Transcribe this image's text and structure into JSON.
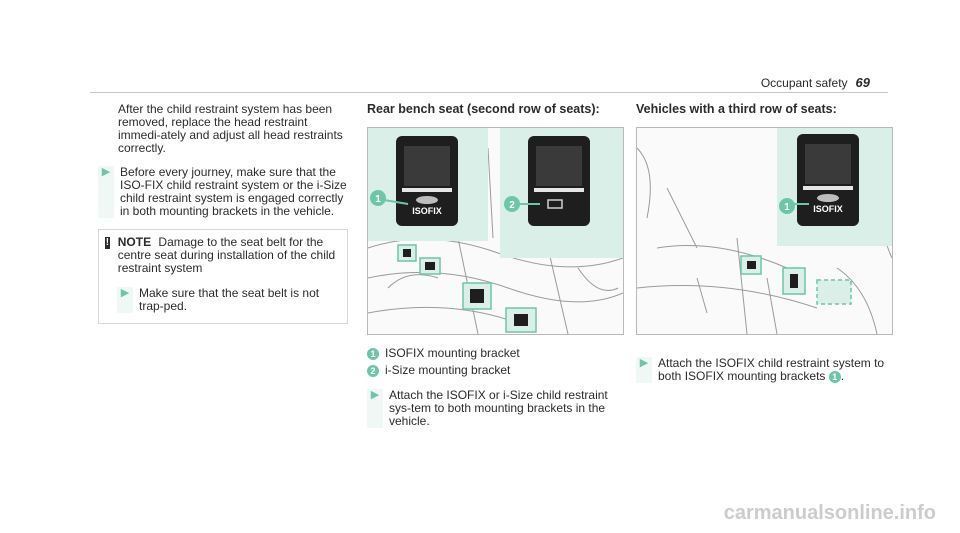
{
  "header": {
    "section": "Occupant safety",
    "page_number": "69"
  },
  "col1": {
    "intro": "After the child restraint system has been removed, replace the head restraint immedi-ately and adjust all head restraints correctly.",
    "step1": "Before every journey, make sure that the ISO-FIX child restraint system or the i-Size child restraint system is engaged correctly in both mounting brackets in the vehicle.",
    "note": {
      "icon": "!",
      "title": "NOTE",
      "text": "Damage to the seat belt for the centre seat during installation of the child restraint system",
      "step": "Make sure that the seat belt is not trap-ped."
    }
  },
  "col2": {
    "figure_title": "Rear bench seat (second row of seats):",
    "badge1": "ISOFIX",
    "legend": [
      {
        "num": "1",
        "label": "ISOFIX mounting bracket"
      },
      {
        "num": "2",
        "label": "i-Size mounting bracket"
      }
    ],
    "step": "Attach the ISOFIX or i-Size child restraint sys-tem to both mounting brackets in the vehicle."
  },
  "col3": {
    "figure_title": "Vehicles with a third row of seats:",
    "badge1": "ISOFIX",
    "step_text": "Attach the ISOFIX child restraint system to both ISOFIX mounting brackets",
    "step_callout": "1",
    "step_end": "."
  },
  "watermark": "carmanualsonline.info",
  "colors": {
    "accent": "#6dc6a8",
    "panel": "#d9efe7",
    "text": "#2b2b2b"
  }
}
